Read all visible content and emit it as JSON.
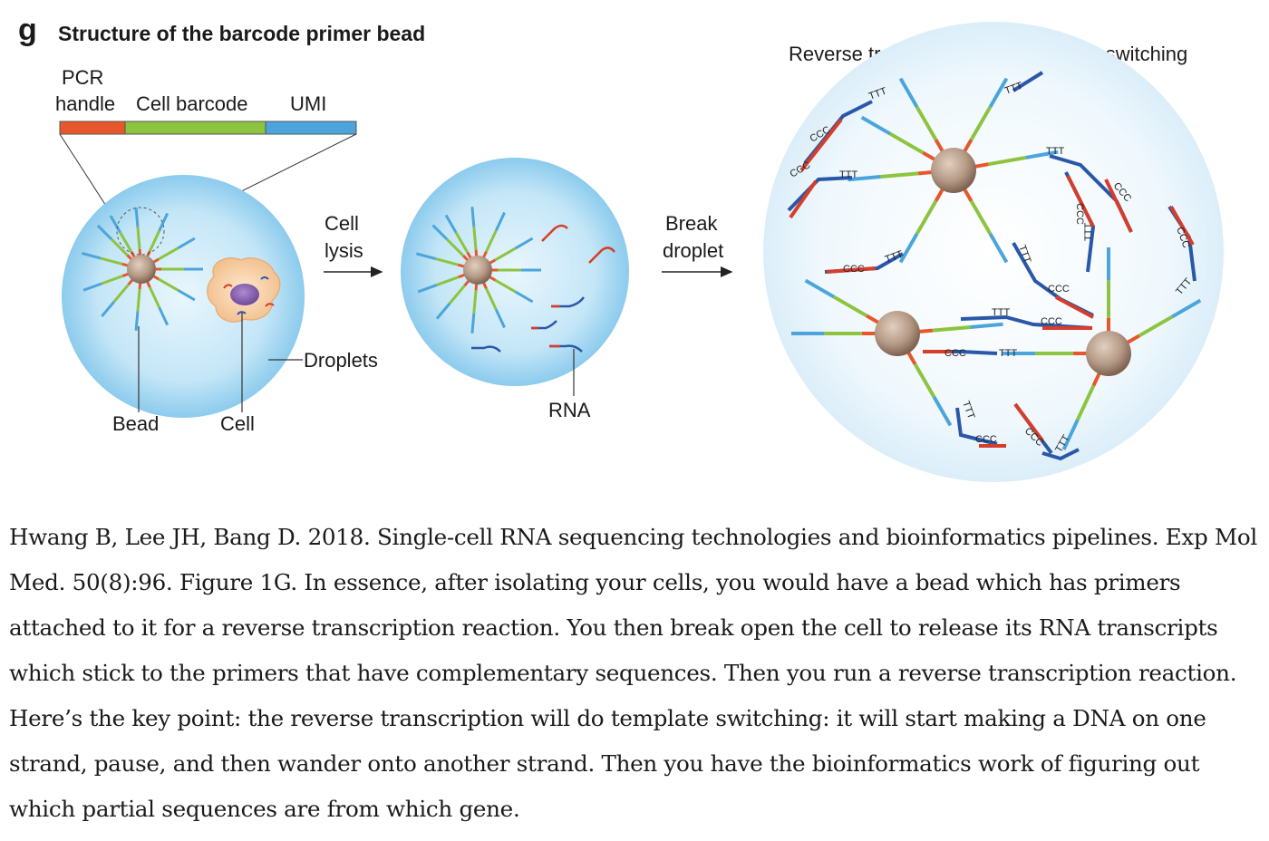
{
  "panel": {
    "letter": "g",
    "title": "Structure of the barcode primer bead"
  },
  "barcode_labels": {
    "pcr_line1": "PCR",
    "pcr_line2": "handle",
    "cell_barcode": "Cell barcode",
    "umi": "UMI"
  },
  "droplet_labels": {
    "bead": "Bead",
    "cell": "Cell",
    "droplets": "Droplets",
    "rna": "RNA"
  },
  "steps": {
    "cell_lysis_line1": "Cell",
    "cell_lysis_line2": "lysis",
    "break_droplet_line1": "Break",
    "break_droplet_line2": "droplet"
  },
  "right_panel": {
    "title": "Reverse transcription with template switching",
    "ttt": "TTT",
    "ccc": "CCC"
  },
  "colors": {
    "pcr_handle": "#e8562b",
    "cell_barcode": "#8cc43f",
    "umi": "#4ba5dc",
    "droplet": "#a8d9f2",
    "bead": "#b59a86",
    "rna_red": "#d63d2a",
    "cdna_blue": "#2a57a8"
  },
  "caption": "Hwang B, Lee JH, Bang D. 2018. Single-cell RNA sequencing technologies and bioinformatics pipelines. Exp Mol Med. 50(8):96. Figure 1G. In essence, after isolating your cells, you would have a bead which has primers attached to it for a reverse transcription reaction. You then break open the cell to release its RNA transcripts which stick to the primers that have complementary sequences. Then you run a reverse transcription reaction. Here’s the key point: the reverse transcription will do template switching: it will start making a DNA on one strand, pause, and then wander onto another strand. Then you have the bioinformatics work of figuring out which partial sequences are from which gene."
}
